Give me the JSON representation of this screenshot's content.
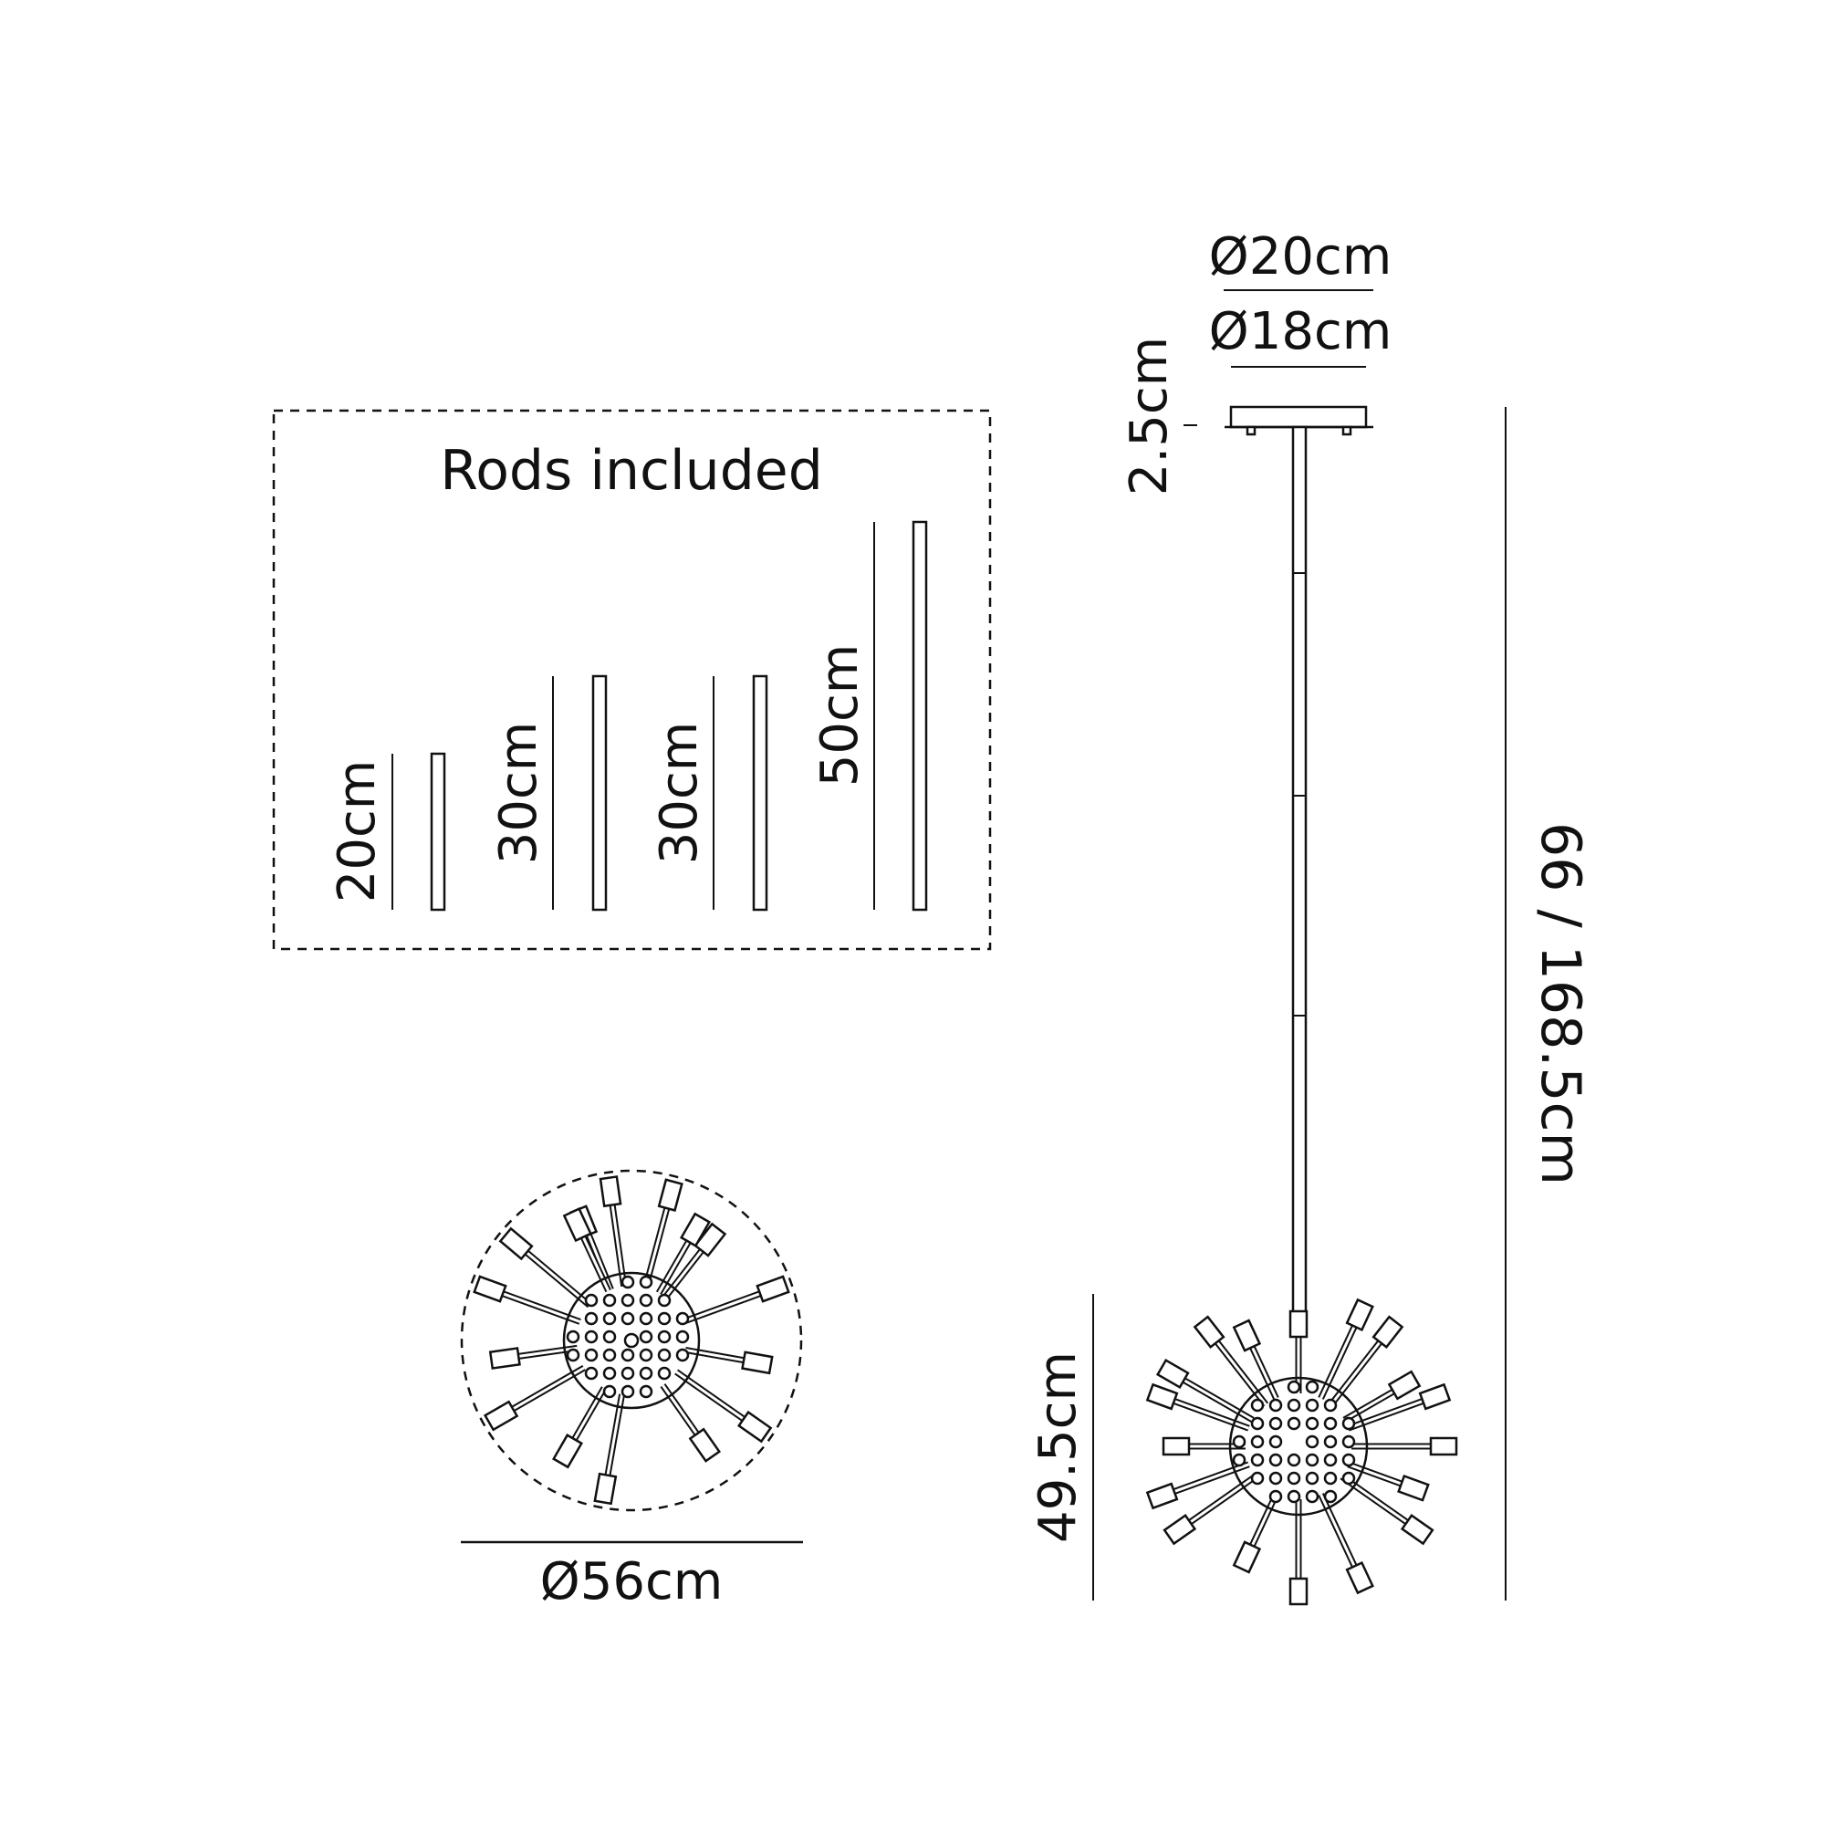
{
  "rods_panel": {
    "title": "Rods included",
    "rods": [
      {
        "label": "20cm",
        "length_cm": 20
      },
      {
        "label": "30cm",
        "length_cm": 30
      },
      {
        "label": "30cm",
        "length_cm": 30
      },
      {
        "label": "50cm",
        "length_cm": 50
      }
    ]
  },
  "top_view": {
    "diameter_label": "Ø56cm"
  },
  "side_view": {
    "canopy_outer_label": "Ø20cm",
    "canopy_inner_label": "Ø18cm",
    "canopy_height_label": "2.5cm",
    "total_height_label": "66 / 168.5cm",
    "fixture_height_label": "49.5cm"
  }
}
